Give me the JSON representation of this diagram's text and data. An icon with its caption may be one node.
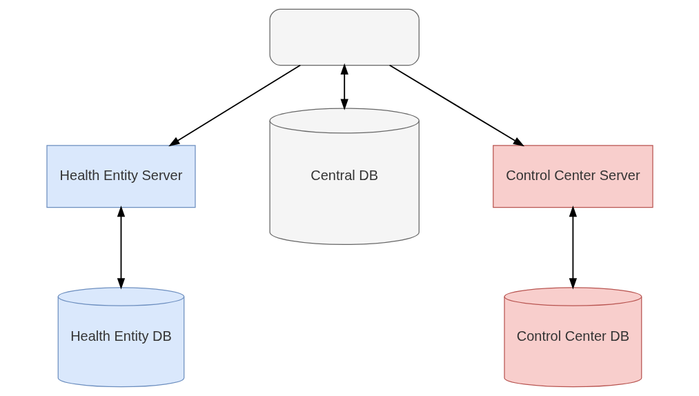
{
  "diagram": {
    "nodes": [
      {
        "text": [],
        "shape": "box"
      },
      {
        "text": [
          "Health Entity Server"
        ]
      },
      {
        "text": [
          "Control Center Server"
        ]
      },
      {
        "text": [
          "Health Entity DB"
        ]
      },
      {
        "text": [
          "Central DB"
        ]
      },
      {
        "text": [
          "Control Center DB"
        ]
      }
    ],
    "edges": [
      {
        "from": 0,
        "to": 1,
        "arrow": "to"
      },
      {
        "from": 0,
        "to": 2,
        "arrow": "to"
      },
      {
        "from": 0,
        "to": 4,
        "arrow": "both"
      },
      {
        "from": 1,
        "to": 3,
        "arrow": "both"
      },
      {
        "from": 2,
        "to": 5,
        "arrow": "both"
      }
    ]
  }
}
